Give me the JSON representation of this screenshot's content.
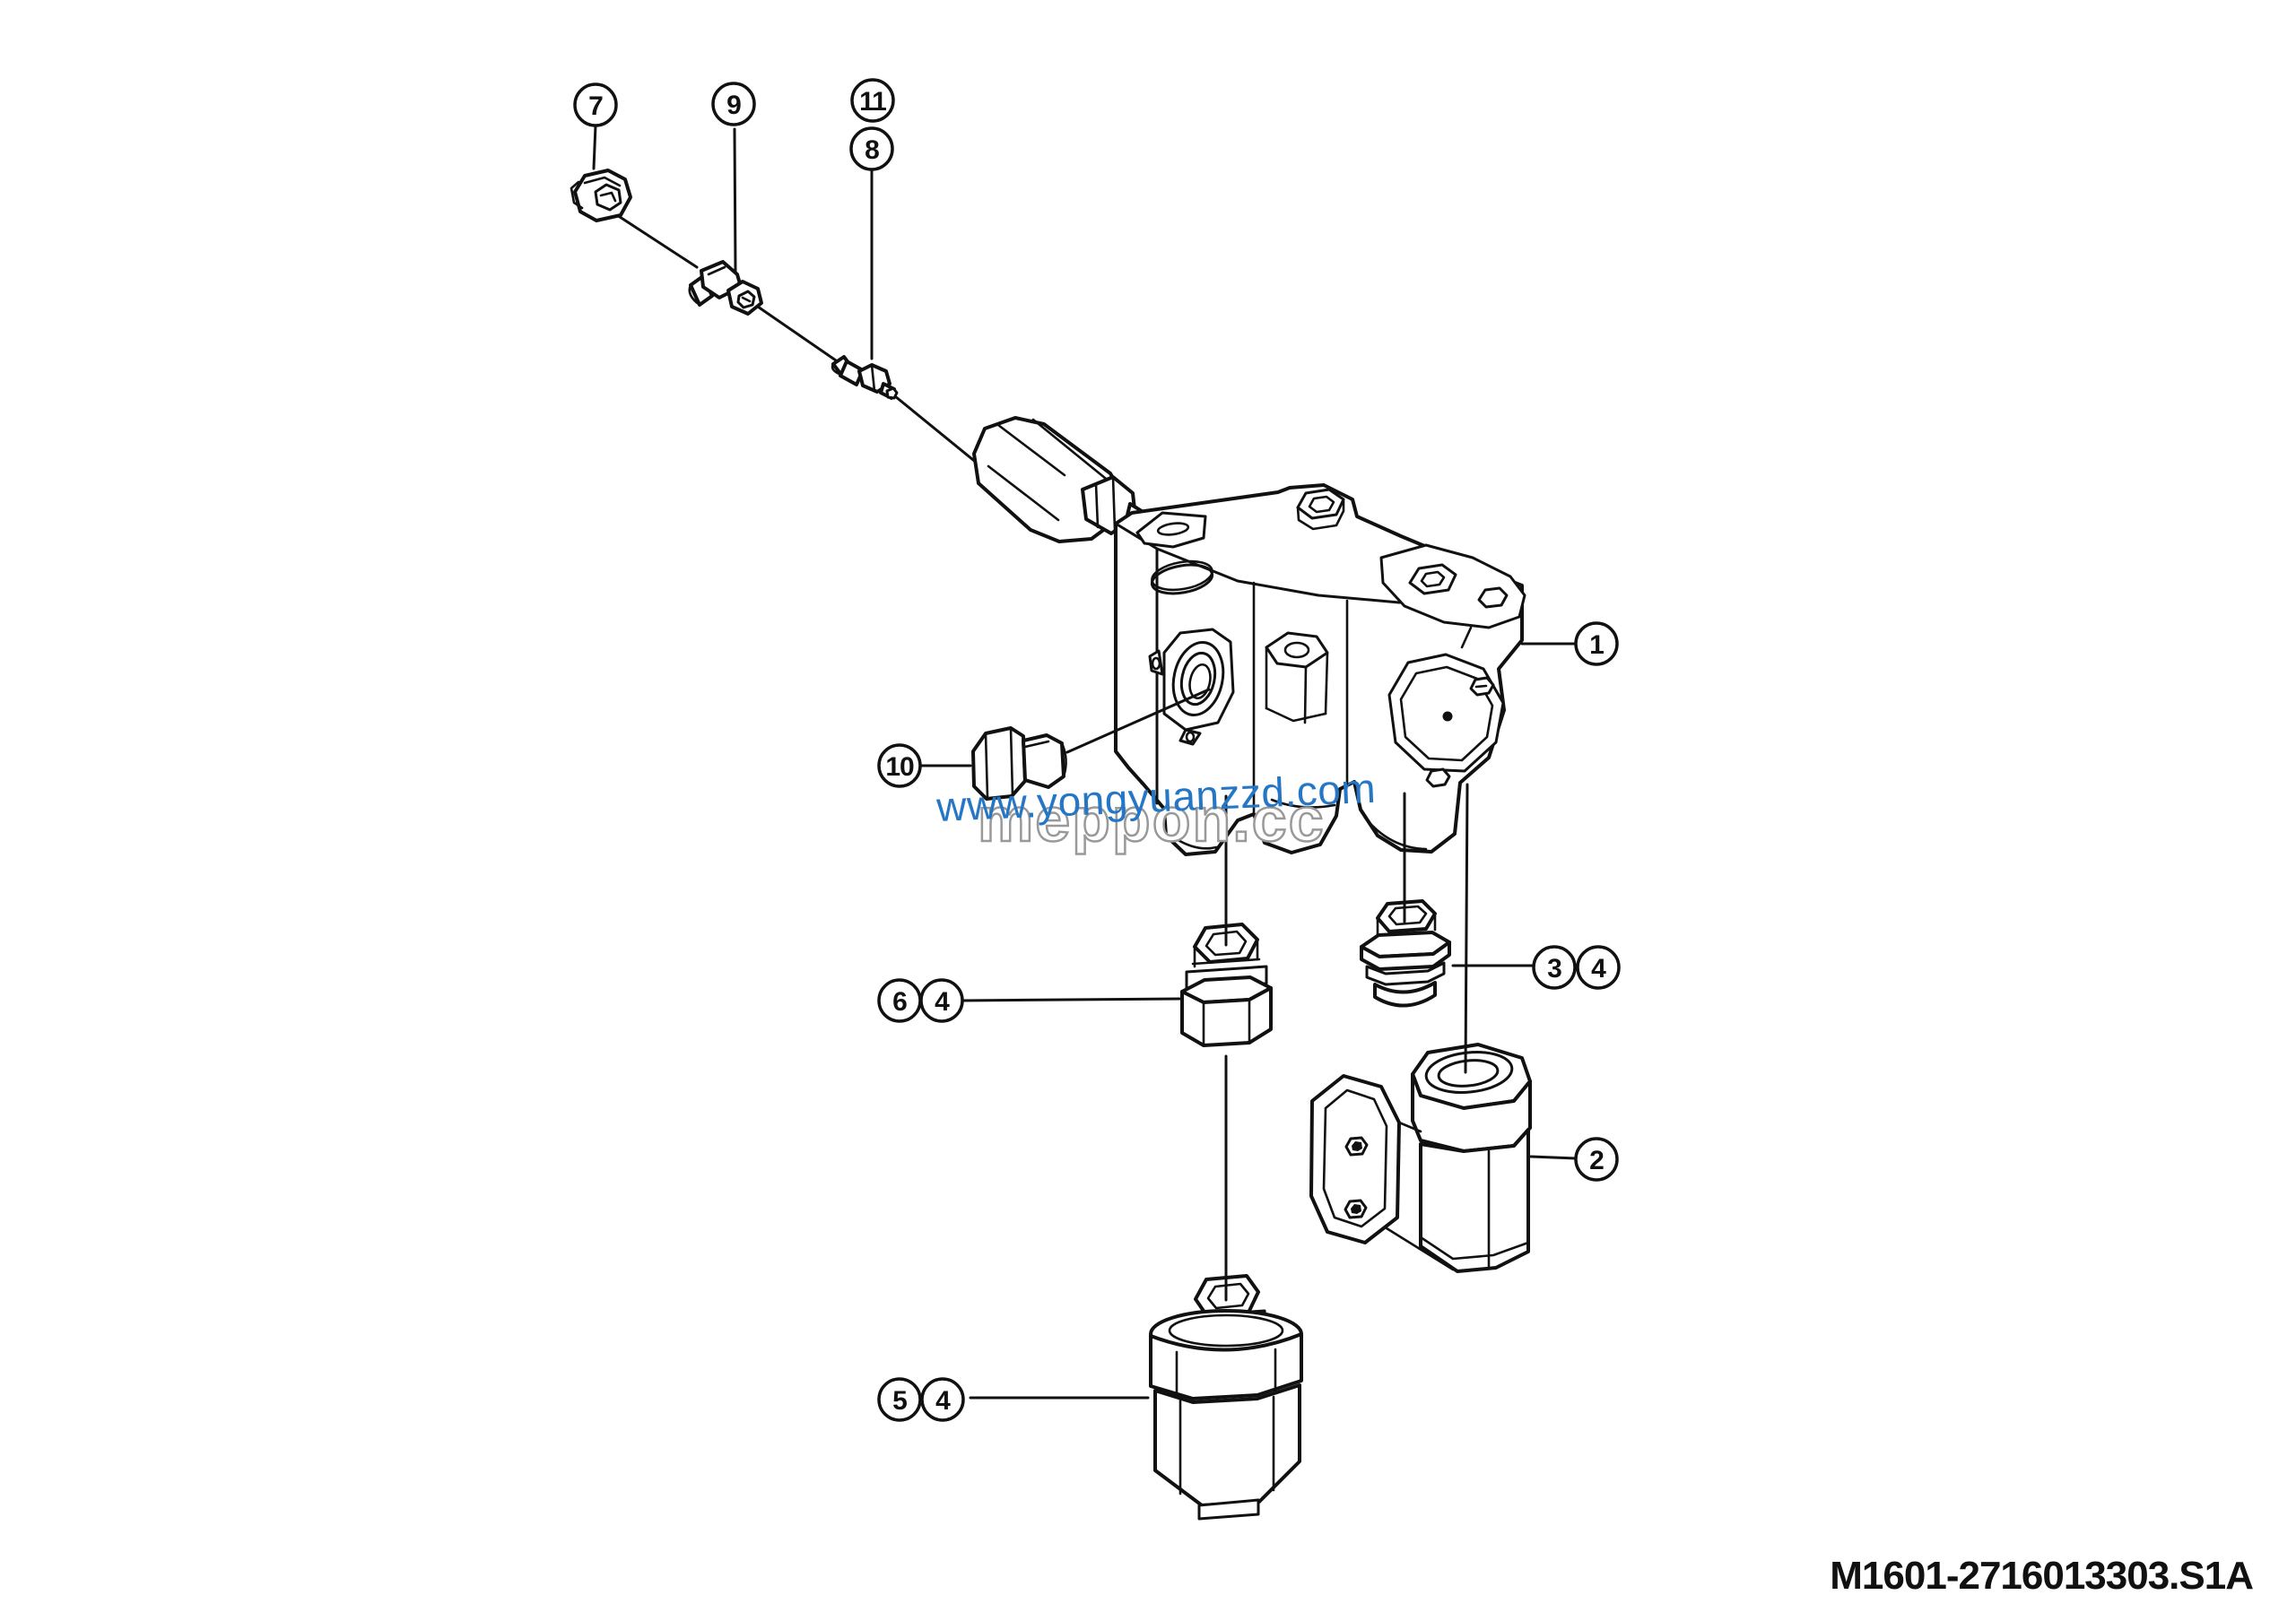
{
  "diagram": {
    "type": "exploded-parts-diagram",
    "drawing_number": "M1601-2716013303.S1A",
    "watermarks": {
      "url_text": "www.yongyuanzzd.com",
      "site_text": "meppon.cc"
    },
    "colors": {
      "line": "#111111",
      "background": "#ffffff",
      "watermark_url": "#2577c5",
      "watermark_outline": "#999999"
    },
    "callouts": [
      {
        "label": "7"
      },
      {
        "label": "9"
      },
      {
        "label": "11"
      },
      {
        "label": "8"
      },
      {
        "label": "1"
      },
      {
        "label": "10"
      },
      {
        "label": "6"
      },
      {
        "label": "4"
      },
      {
        "label": "3"
      },
      {
        "label": "4"
      },
      {
        "label": "2"
      },
      {
        "label": "5"
      },
      {
        "label": "4"
      }
    ]
  }
}
